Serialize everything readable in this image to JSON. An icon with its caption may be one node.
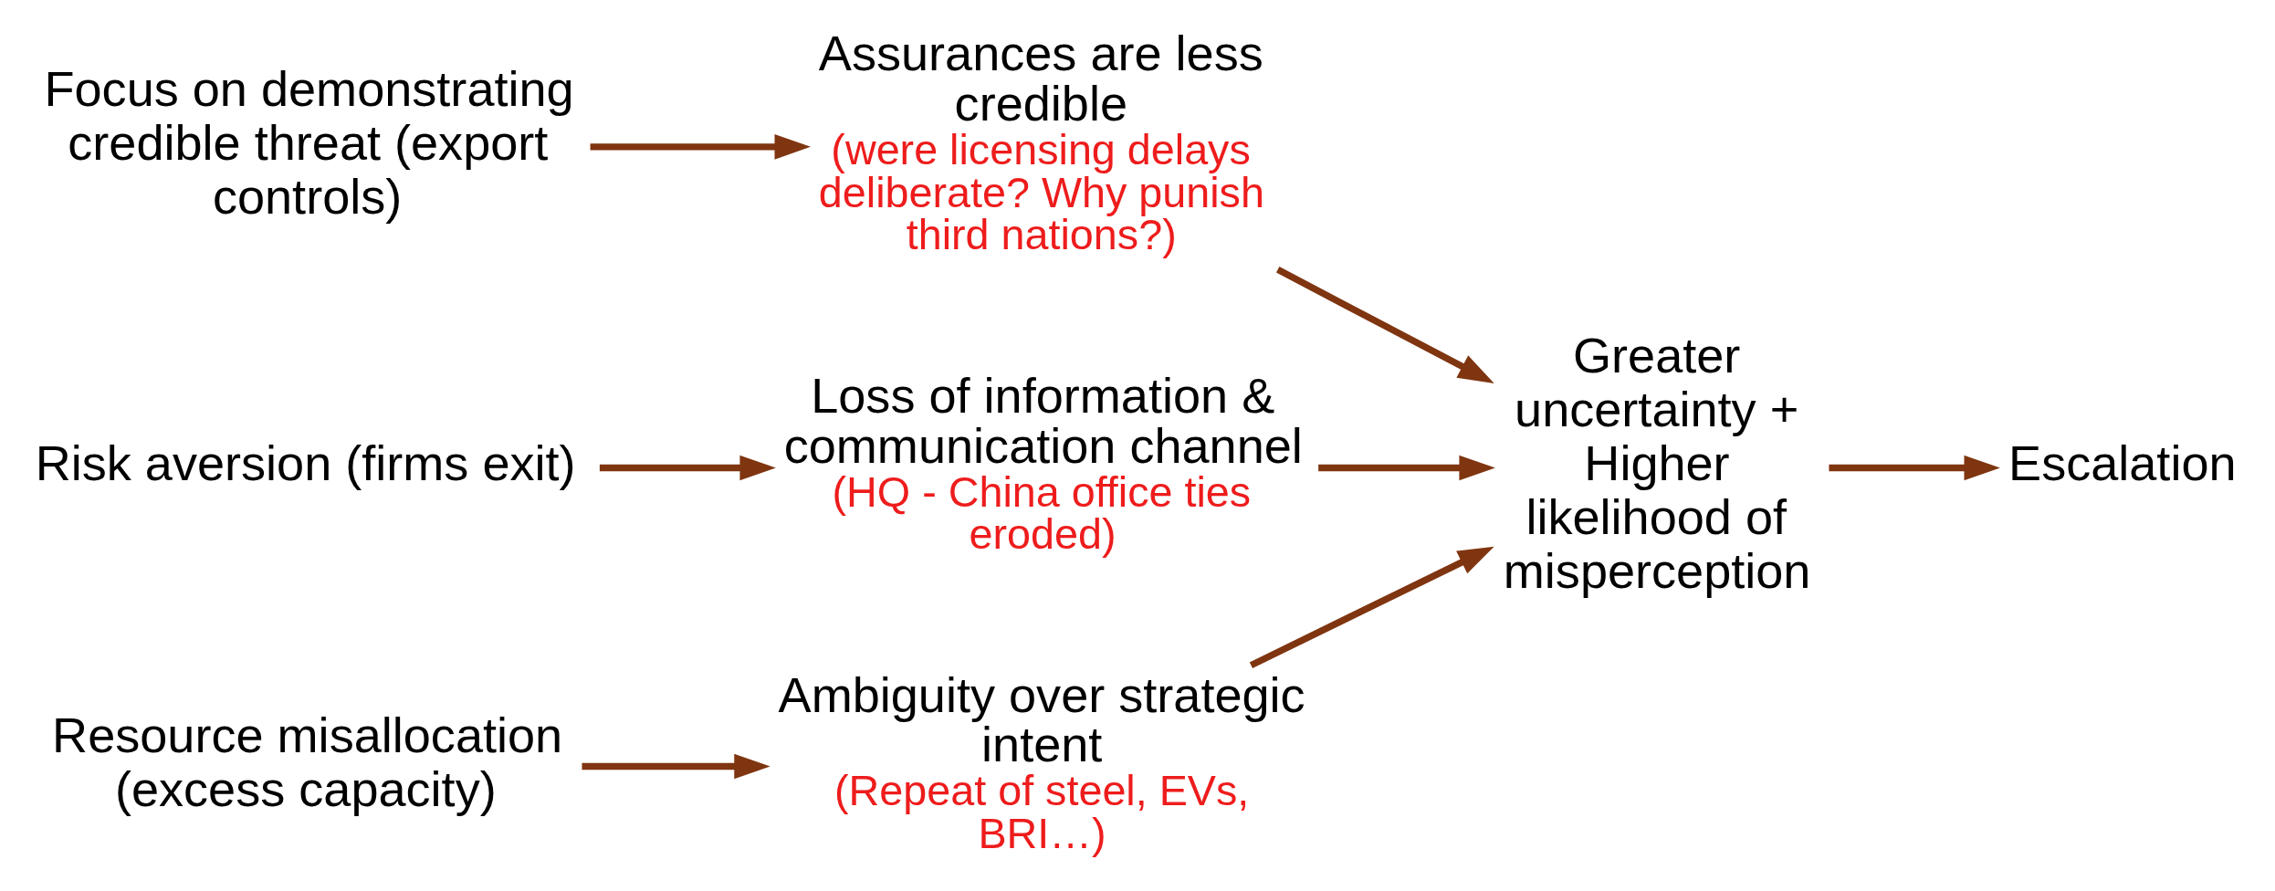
{
  "diagram": {
    "nodes": [
      {
        "text": [
          "Focus on demonstrating credible threat (export controls)"
        ]
      },
      {
        "text": [
          "Assurances are less credible",
          "(were licensing delays deliberate? Why punish third nations?)"
        ]
      },
      {
        "text": [
          "Risk aversion (firms exit)"
        ]
      },
      {
        "text": [
          "Loss of information & communication channel",
          "(HQ - China office ties eroded)"
        ]
      },
      {
        "text": [
          "Resource misallocation (excess capacity)"
        ]
      },
      {
        "text": [
          "Ambiguity over strategic intent",
          "(Repeat of steel, EVs, BRI…)"
        ]
      },
      {
        "text": [
          "Greater uncertainty + Higher likelihood of misperception"
        ]
      },
      {
        "text": [
          "Escalation"
        ]
      }
    ],
    "edges": [
      {
        "from": 0,
        "to": 1,
        "arrow": "to"
      },
      {
        "from": 1,
        "to": 6,
        "arrow": "to"
      },
      {
        "from": 2,
        "to": 3,
        "arrow": "to"
      },
      {
        "from": 3,
        "to": 6,
        "arrow": "to"
      },
      {
        "from": 4,
        "to": 5,
        "arrow": "to"
      },
      {
        "from": 5,
        "to": 6,
        "arrow": "to"
      },
      {
        "from": 6,
        "to": 7,
        "arrow": "to"
      }
    ]
  }
}
